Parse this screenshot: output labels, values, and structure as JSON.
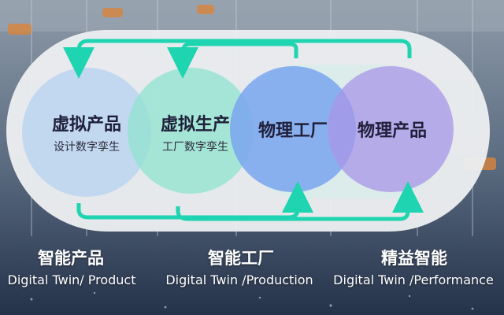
{
  "stages": [
    {
      "title": "虚拟产品",
      "subtitle": "设计数字孪生",
      "color": "#bcd6f0"
    },
    {
      "title": "虚拟生产",
      "subtitle": "工厂数字孪生",
      "color": "#8fe3cf"
    },
    {
      "title": "物理工厂",
      "subtitle": "",
      "color": "#7aa6ef"
    },
    {
      "title": "物理产品",
      "subtitle": "",
      "color": "#a996e8"
    }
  ],
  "arrow_color": "#1fd4b0",
  "captions": [
    {
      "cn": "智能产品",
      "en": "Digital  Twin/ Product"
    },
    {
      "cn": "智能工厂",
      "en": "Digital  Twin /Production"
    },
    {
      "cn": "精益智能",
      "en": "Digital Twin /Performance"
    }
  ]
}
